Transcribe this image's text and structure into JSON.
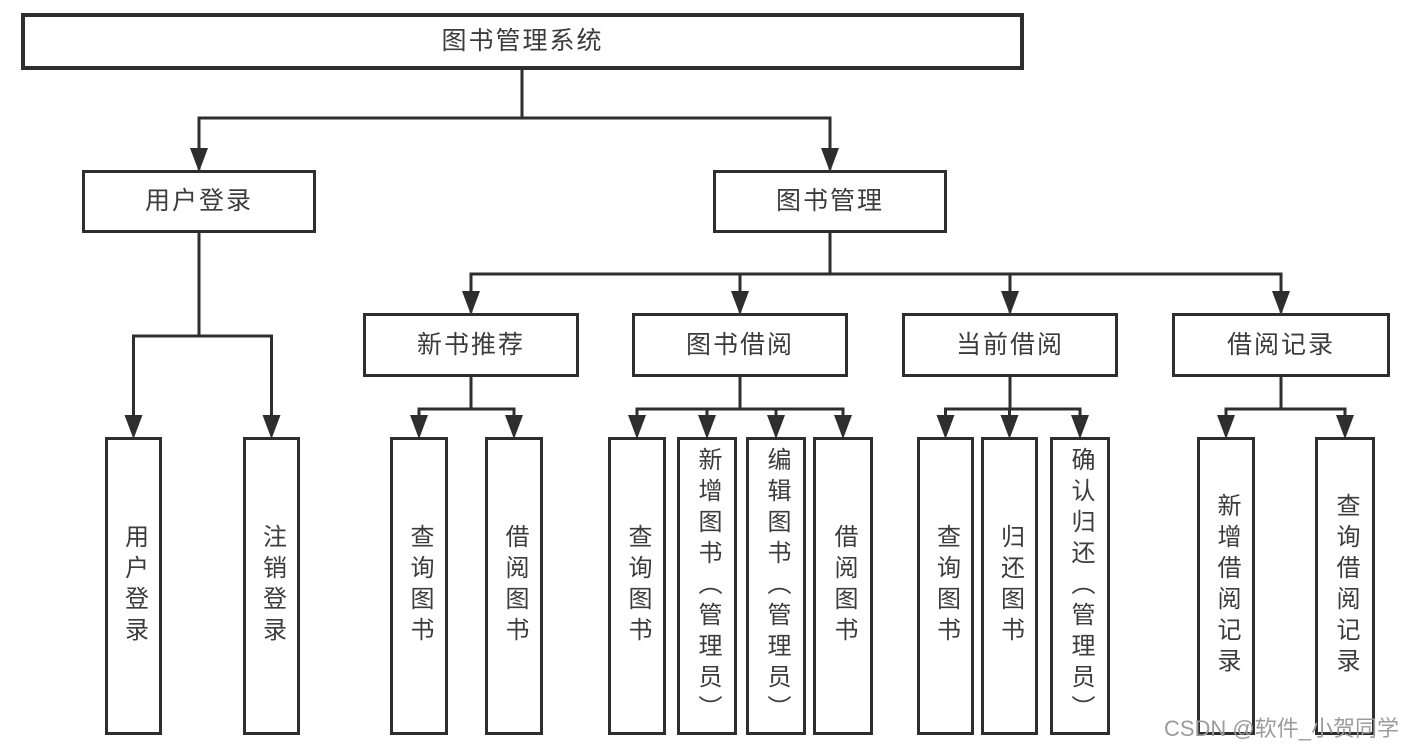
{
  "diagram": {
    "root": {
      "label": "图书管理系统"
    },
    "login_branch": {
      "label": "用户登录",
      "children": [
        {
          "label": "用户登录"
        },
        {
          "label": "注销登录"
        }
      ]
    },
    "management_branch": {
      "label": "图书管理",
      "groups": [
        {
          "label": "新书推荐",
          "children": [
            {
              "label": "查询图书"
            },
            {
              "label": "借阅图书"
            }
          ]
        },
        {
          "label": "图书借阅",
          "children": [
            {
              "label": "查询图书"
            },
            {
              "label": "新增图书（管理员）"
            },
            {
              "label": "编辑图书（管理员）"
            },
            {
              "label": "借阅图书"
            }
          ]
        },
        {
          "label": "当前借阅",
          "children": [
            {
              "label": "查询图书"
            },
            {
              "label": "归还图书"
            },
            {
              "label": "确认归还（管理员）"
            }
          ]
        },
        {
          "label": "借阅记录",
          "children": [
            {
              "label": "新增借阅记录"
            },
            {
              "label": "查询借阅记录"
            }
          ]
        }
      ]
    },
    "watermark": {
      "text": "CSDN @软件_小贺同学"
    }
  },
  "colors": {
    "line": "#2e2e2e",
    "box_border": "#2e2e2e",
    "box_fill": "#ffffff",
    "text": "#3c3c3c",
    "watermark": "#9c9c9c",
    "background": "#ffffff"
  }
}
